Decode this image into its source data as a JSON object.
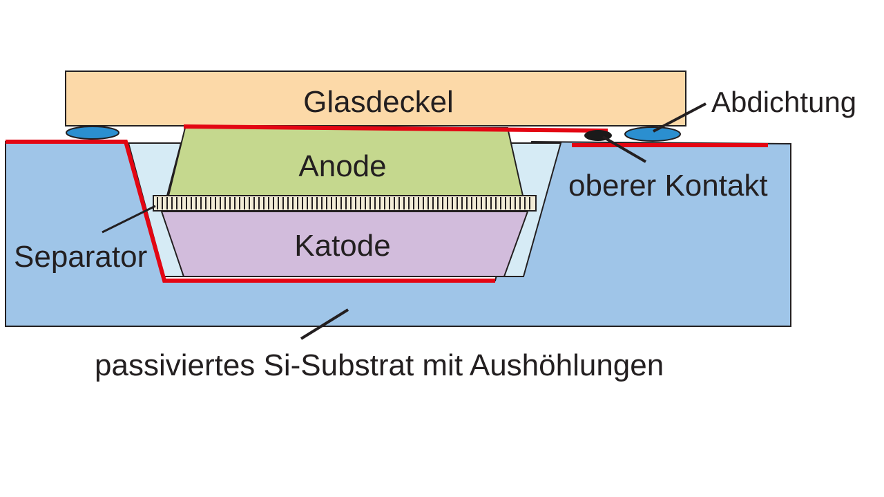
{
  "labels": {
    "glass_lid": "Glasdeckel",
    "anode": "Anode",
    "cathode": "Katode",
    "separator": "Separator",
    "sealing": "Abdichtung",
    "top_contact": "oberer Kontakt",
    "substrate": "passiviertes Si-Substrat mit Aushöhlungen"
  },
  "colors": {
    "glass_lid": "#fcd9a8",
    "substrate": "#9fc5e8",
    "cavity_gap": "#d6ebf5",
    "anode": "#c5d88e",
    "cathode": "#d2bcdc",
    "contact_line": "#e30613",
    "sealing": "#2b8fd0",
    "top_contact": "#1a1a1a",
    "outline": "#231f20",
    "text": "#231f20"
  }
}
